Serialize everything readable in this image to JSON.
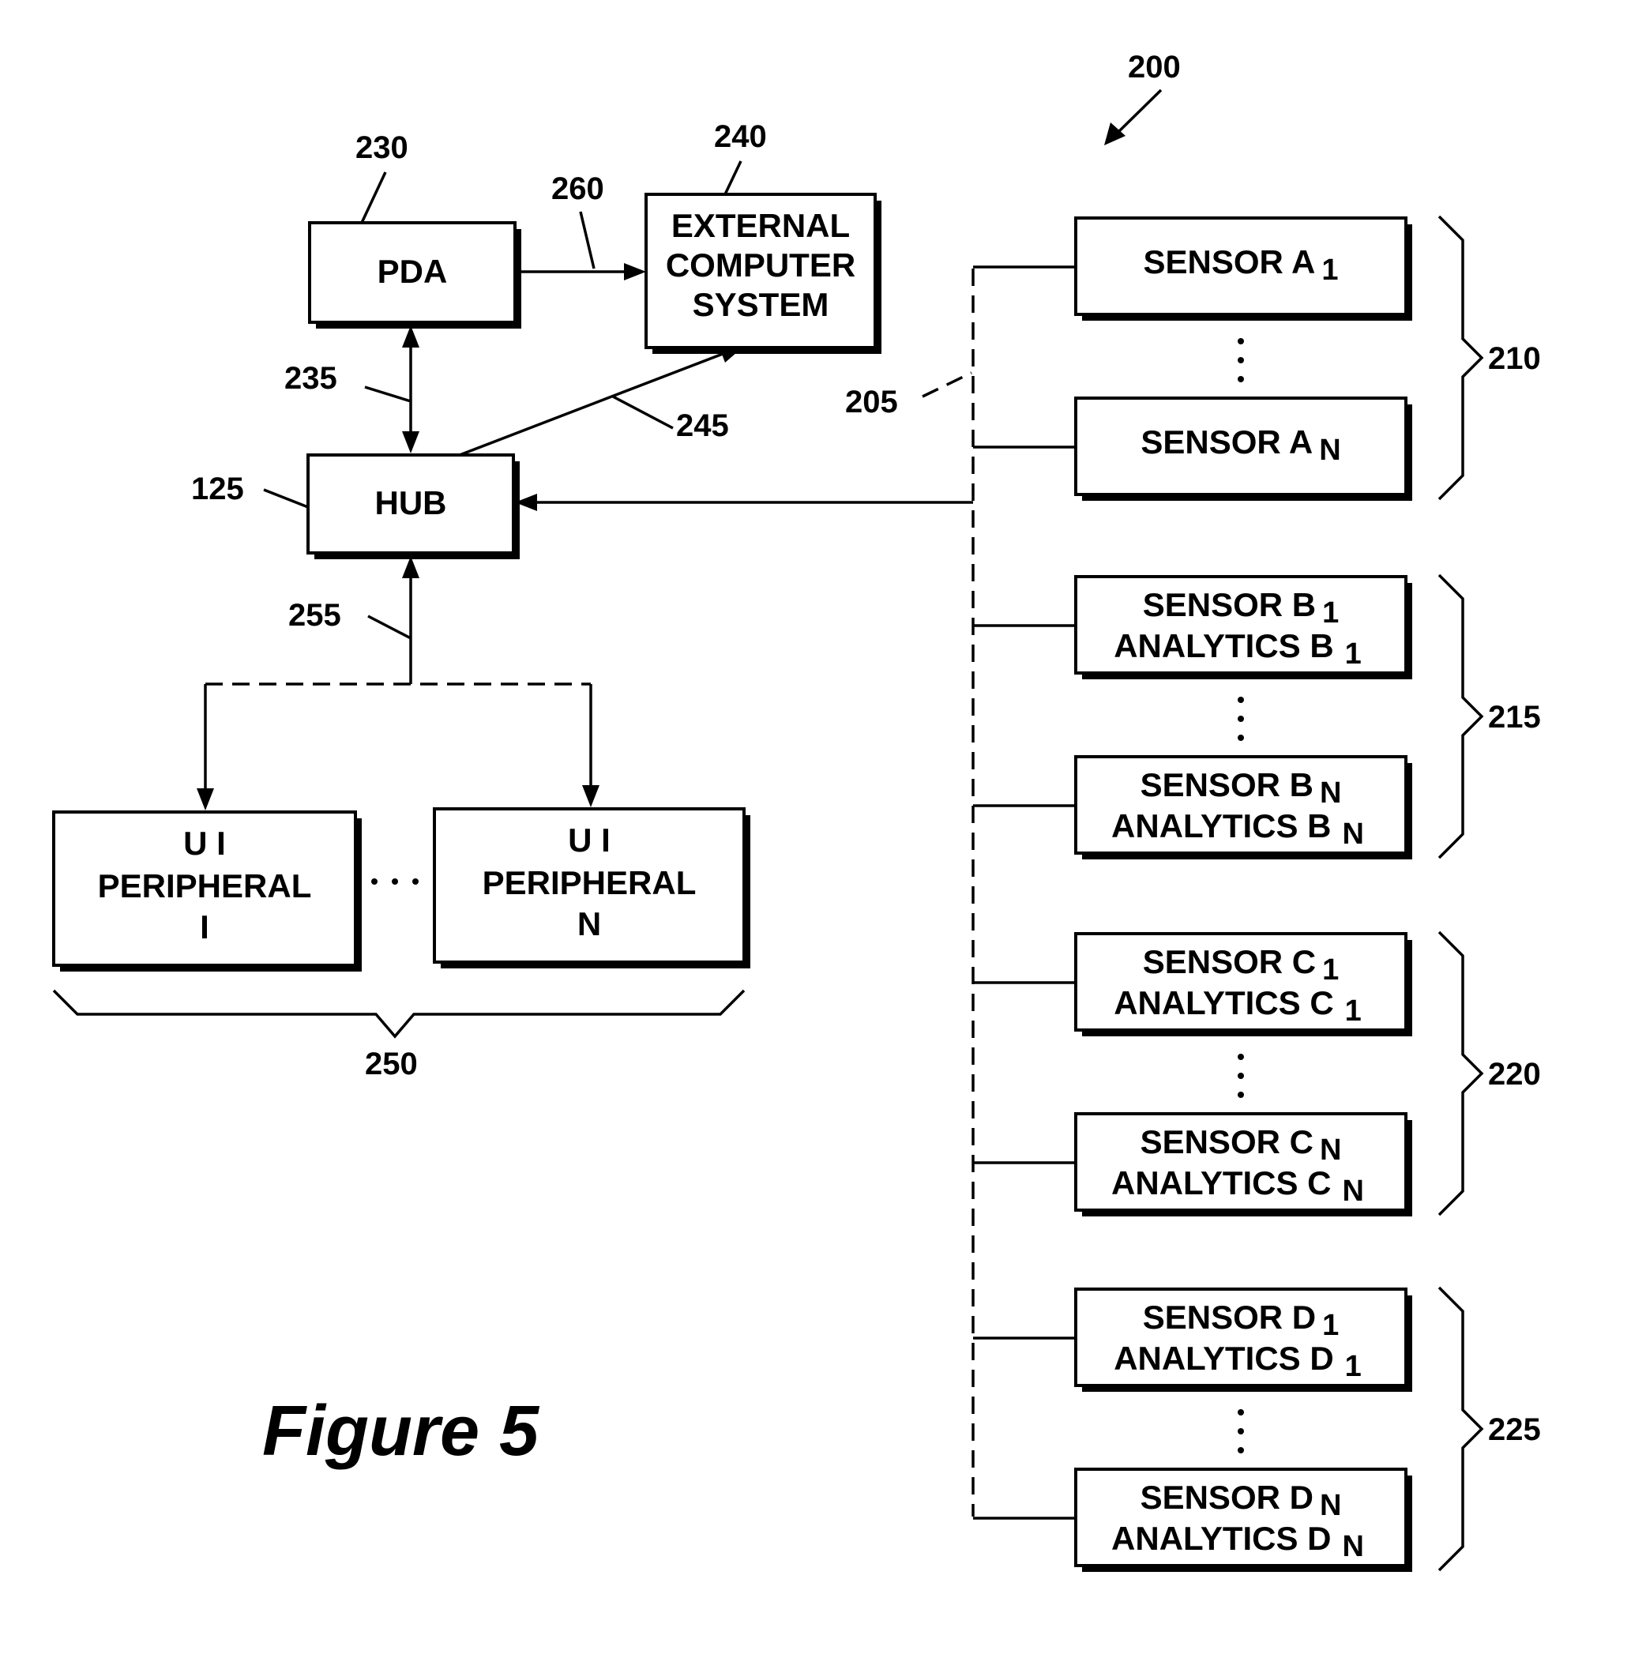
{
  "figure_label": "Figure 5",
  "system_ref": "200",
  "blocks": {
    "pda": {
      "label": "PDA",
      "ref": "230"
    },
    "external": {
      "lines": [
        "EXTERNAL",
        "COMPUTER",
        "SYSTEM"
      ],
      "ref": "240"
    },
    "hub": {
      "label": "HUB",
      "ref": "125"
    },
    "ui_peripheral_1": {
      "lines": [
        "U I",
        "PERIPHERAL",
        "I"
      ]
    },
    "ui_peripheral_n": {
      "lines": [
        "U I",
        "PERIPHERAL",
        "N"
      ]
    }
  },
  "connections": {
    "pda_to_external": "260",
    "pda_hub": "235",
    "hub_to_external": "245",
    "peripherals_to_hub": "255",
    "sensor_bus": "205"
  },
  "peripheral_group_ref": "250",
  "sensor_groups": [
    {
      "ref": "210",
      "first": {
        "line1": "SENSOR A",
        "sub1": "1"
      },
      "last": {
        "line1": "SENSOR A",
        "sub1": "N"
      }
    },
    {
      "ref": "215",
      "first": {
        "line1": "SENSOR B",
        "sub1": "1",
        "line2": "ANALYTICS B",
        "sub2": "1"
      },
      "last": {
        "line1": "SENSOR B",
        "sub1": "N",
        "line2": "ANALYTICS B",
        "sub2": "N"
      }
    },
    {
      "ref": "220",
      "first": {
        "line1": "SENSOR C",
        "sub1": "1",
        "line2": "ANALYTICS C",
        "sub2": "1"
      },
      "last": {
        "line1": "SENSOR C",
        "sub1": "N",
        "line2": "ANALYTICS C",
        "sub2": "N"
      }
    },
    {
      "ref": "225",
      "first": {
        "line1": "SENSOR D",
        "sub1": "1",
        "line2": "ANALYTICS D",
        "sub2": "1"
      },
      "last": {
        "line1": "SENSOR D",
        "sub1": "N",
        "line2": "ANALYTICS D",
        "sub2": "N"
      }
    }
  ]
}
